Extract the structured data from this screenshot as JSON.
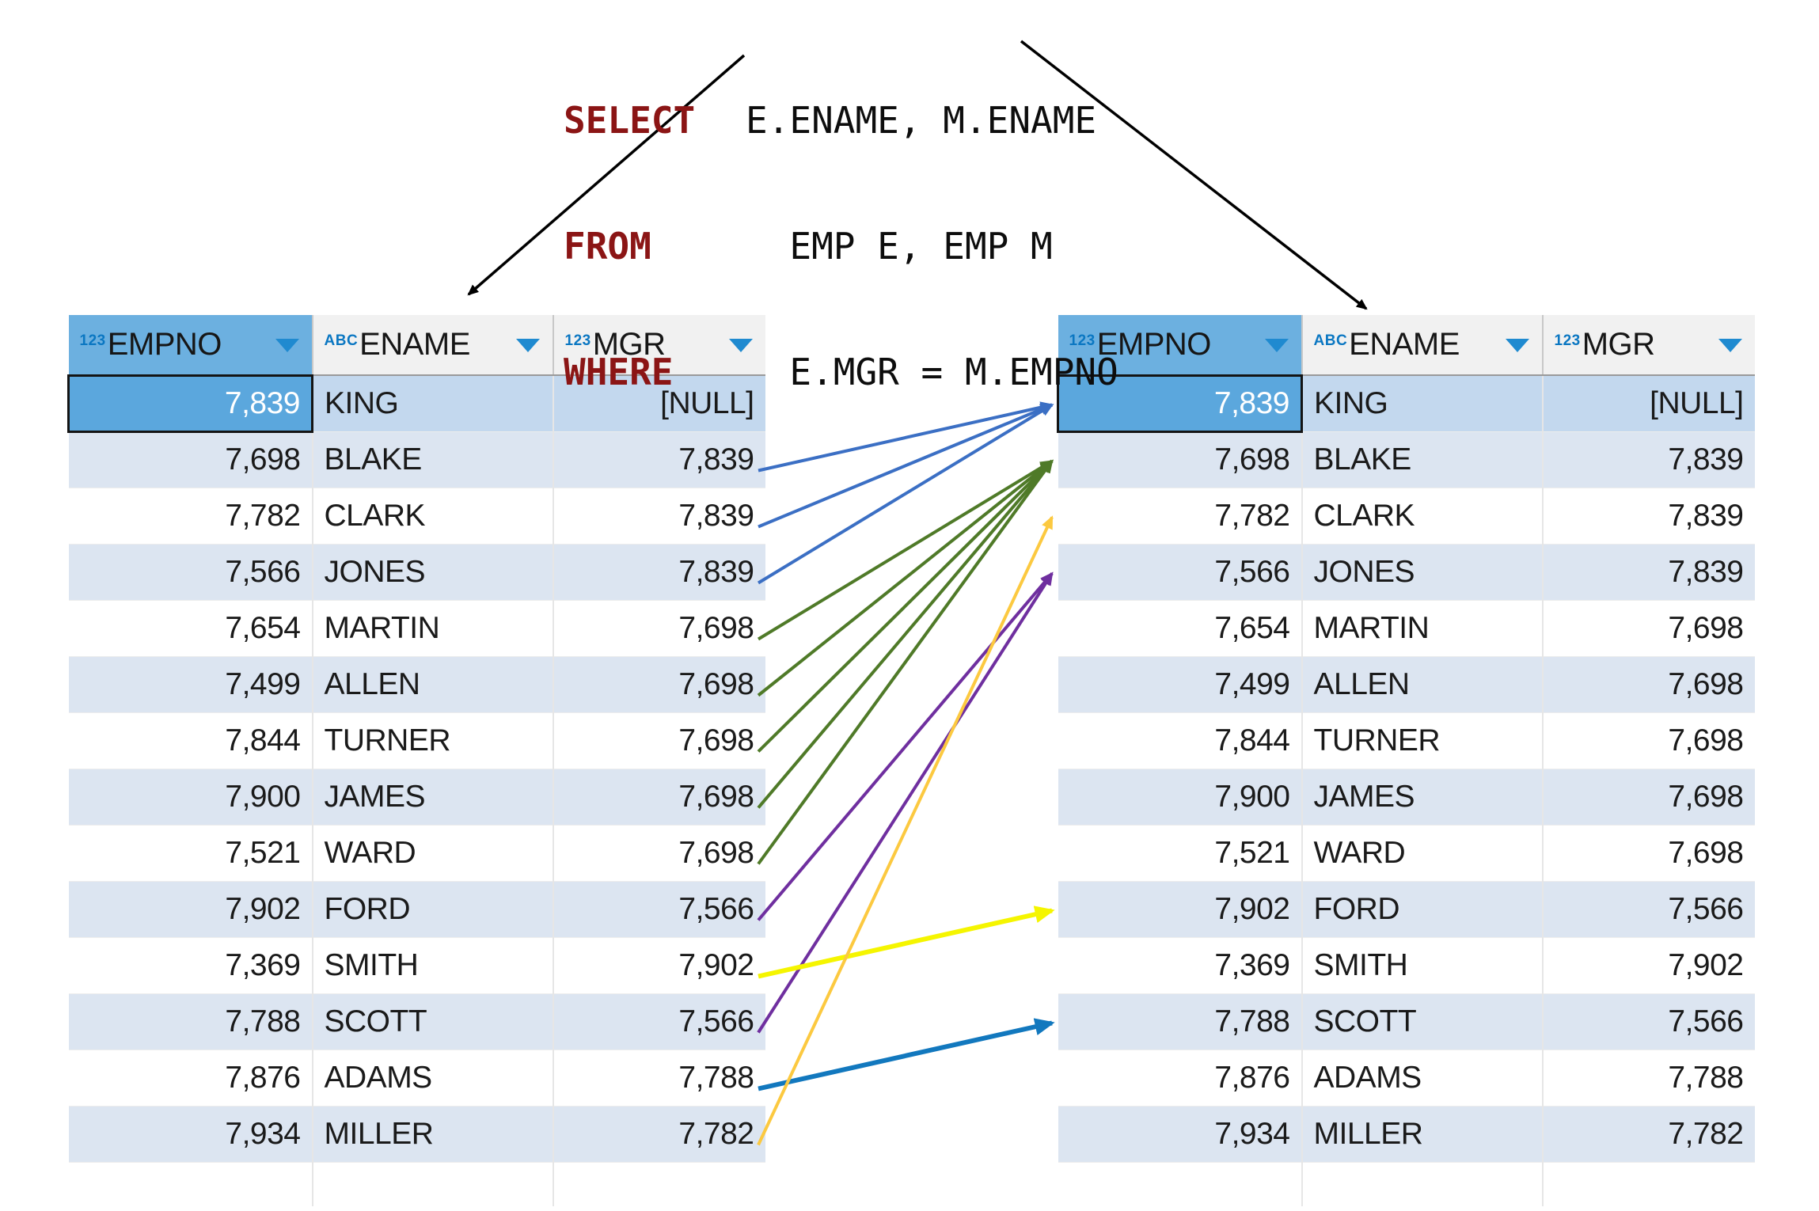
{
  "sql": {
    "lines": [
      {
        "keyword": "SELECT",
        "rest": "E.ENAME, M.ENAME"
      },
      {
        "keyword": "FROM",
        "rest": "  EMP E, EMP M"
      },
      {
        "keyword": "WHERE",
        "rest": "  E.MGR = M.EMPNO"
      }
    ],
    "keyword_color": "#8b1515",
    "text_color": "#0d0d0d"
  },
  "tables": {
    "left": {
      "alias_label": "E",
      "columns": [
        {
          "name": "EMPNO",
          "type_badge": "123",
          "align": "num",
          "selected": true
        },
        {
          "name": "ENAME",
          "type_badge": "ABC",
          "align": "txt",
          "selected": false
        },
        {
          "name": "MGR",
          "type_badge": "123",
          "align": "num",
          "selected": false
        }
      ],
      "rows": [
        {
          "EMPNO": "7,839",
          "ENAME": "KING",
          "MGR": "[NULL]",
          "selected": true
        },
        {
          "EMPNO": "7,698",
          "ENAME": "BLAKE",
          "MGR": "7,839"
        },
        {
          "EMPNO": "7,782",
          "ENAME": "CLARK",
          "MGR": "7,839"
        },
        {
          "EMPNO": "7,566",
          "ENAME": "JONES",
          "MGR": "7,839"
        },
        {
          "EMPNO": "7,654",
          "ENAME": "MARTIN",
          "MGR": "7,698"
        },
        {
          "EMPNO": "7,499",
          "ENAME": "ALLEN",
          "MGR": "7,698"
        },
        {
          "EMPNO": "7,844",
          "ENAME": "TURNER",
          "MGR": "7,698"
        },
        {
          "EMPNO": "7,900",
          "ENAME": "JAMES",
          "MGR": "7,698"
        },
        {
          "EMPNO": "7,521",
          "ENAME": "WARD",
          "MGR": "7,698"
        },
        {
          "EMPNO": "7,902",
          "ENAME": "FORD",
          "MGR": "7,566"
        },
        {
          "EMPNO": "7,369",
          "ENAME": "SMITH",
          "MGR": "7,902"
        },
        {
          "EMPNO": "7,788",
          "ENAME": "SCOTT",
          "MGR": "7,566"
        },
        {
          "EMPNO": "7,876",
          "ENAME": "ADAMS",
          "MGR": "7,788"
        },
        {
          "EMPNO": "7,934",
          "ENAME": "MILLER",
          "MGR": "7,782"
        }
      ]
    },
    "right": {
      "alias_label": "M",
      "columns": [
        {
          "name": "EMPNO",
          "type_badge": "123",
          "align": "num",
          "selected": true
        },
        {
          "name": "ENAME",
          "type_badge": "ABC",
          "align": "txt",
          "selected": false
        },
        {
          "name": "MGR",
          "type_badge": "123",
          "align": "num",
          "selected": false
        }
      ],
      "rows": [
        {
          "EMPNO": "7,839",
          "ENAME": "KING",
          "MGR": "[NULL]",
          "selected": true
        },
        {
          "EMPNO": "7,698",
          "ENAME": "BLAKE",
          "MGR": "7,839"
        },
        {
          "EMPNO": "7,782",
          "ENAME": "CLARK",
          "MGR": "7,839"
        },
        {
          "EMPNO": "7,566",
          "ENAME": "JONES",
          "MGR": "7,839"
        },
        {
          "EMPNO": "7,654",
          "ENAME": "MARTIN",
          "MGR": "7,698"
        },
        {
          "EMPNO": "7,499",
          "ENAME": "ALLEN",
          "MGR": "7,698"
        },
        {
          "EMPNO": "7,844",
          "ENAME": "TURNER",
          "MGR": "7,698"
        },
        {
          "EMPNO": "7,900",
          "ENAME": "JAMES",
          "MGR": "7,698"
        },
        {
          "EMPNO": "7,521",
          "ENAME": "WARD",
          "MGR": "7,698"
        },
        {
          "EMPNO": "7,902",
          "ENAME": "FORD",
          "MGR": "7,566"
        },
        {
          "EMPNO": "7,369",
          "ENAME": "SMITH",
          "MGR": "7,902"
        },
        {
          "EMPNO": "7,788",
          "ENAME": "SCOTT",
          "MGR": "7,566"
        },
        {
          "EMPNO": "7,876",
          "ENAME": "ADAMS",
          "MGR": "7,788"
        },
        {
          "EMPNO": "7,934",
          "ENAME": "MILLER",
          "MGR": "7,782"
        }
      ]
    }
  },
  "colors": {
    "header_selected_bg": "#6cb0e0",
    "header_bg": "#f1f1f1",
    "row_alt_bg": "#dce5f1",
    "row_selected_bg": "#c3d8ee",
    "cell_selected_bg": "#5ba7dd",
    "null_text": "#b3bcc6",
    "badge_blue": "#0b77c2",
    "arrow_blue": "#3b6fc4",
    "arrow_green": "#4f7a28",
    "arrow_gold": "#fcc940",
    "arrow_purple": "#6f2f9f",
    "arrow_yellow": "#f5f500",
    "arrow_cyan": "#1278be",
    "sql_arrow": "#000000"
  },
  "join_arrows": [
    {
      "color_key": "arrow_blue",
      "from_row": "BLAKE",
      "from_mgr": "7,839",
      "to_row": "KING"
    },
    {
      "color_key": "arrow_blue",
      "from_row": "CLARK",
      "from_mgr": "7,839",
      "to_row": "KING"
    },
    {
      "color_key": "arrow_blue",
      "from_row": "JONES",
      "from_mgr": "7,839",
      "to_row": "KING"
    },
    {
      "color_key": "arrow_green",
      "from_row": "MARTIN",
      "from_mgr": "7,698",
      "to_row": "BLAKE"
    },
    {
      "color_key": "arrow_green",
      "from_row": "ALLEN",
      "from_mgr": "7,698",
      "to_row": "BLAKE"
    },
    {
      "color_key": "arrow_green",
      "from_row": "TURNER",
      "from_mgr": "7,698",
      "to_row": "BLAKE"
    },
    {
      "color_key": "arrow_green",
      "from_row": "JAMES",
      "from_mgr": "7,698",
      "to_row": "BLAKE"
    },
    {
      "color_key": "arrow_green",
      "from_row": "WARD",
      "from_mgr": "7,698",
      "to_row": "BLAKE"
    },
    {
      "color_key": "arrow_purple",
      "from_row": "FORD",
      "from_mgr": "7,566",
      "to_row": "JONES"
    },
    {
      "color_key": "arrow_purple",
      "from_row": "SCOTT",
      "from_mgr": "7,566",
      "to_row": "JONES"
    },
    {
      "color_key": "arrow_yellow",
      "from_row": "SMITH",
      "from_mgr": "7,902",
      "to_row": "FORD"
    },
    {
      "color_key": "arrow_cyan",
      "from_row": "ADAMS",
      "from_mgr": "7,788",
      "to_row": "SCOTT"
    },
    {
      "color_key": "arrow_gold",
      "from_row": "MILLER",
      "from_mgr": "7,782",
      "to_row": "CLARK"
    }
  ],
  "sql_arrows": [
    {
      "label": "E-alias-to-left-table"
    },
    {
      "label": "M-alias-to-right-table"
    }
  ]
}
